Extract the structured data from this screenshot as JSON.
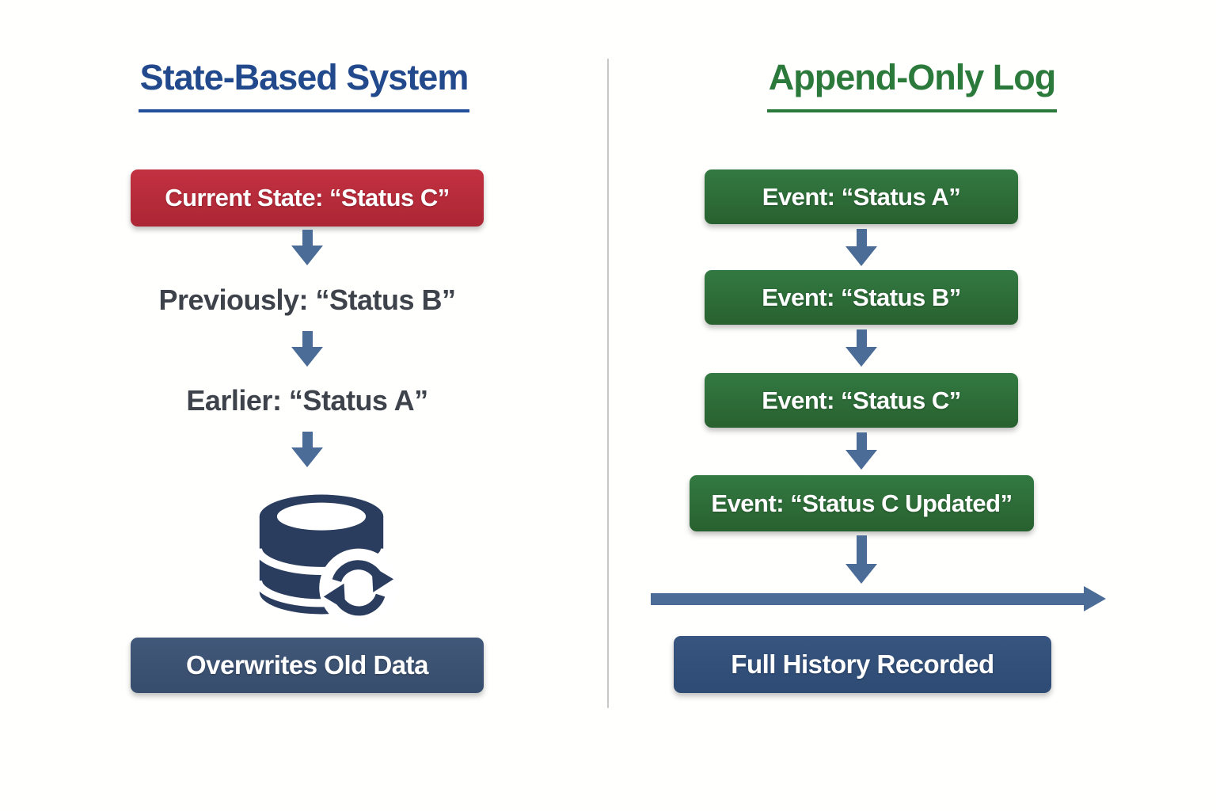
{
  "diagram": {
    "left": {
      "title": "State-Based System",
      "current_state": "Current State: “Status C”",
      "previously": "Previously: “Status B”",
      "earlier": "Earlier: “Status A”",
      "result": "Overwrites Old Data"
    },
    "right": {
      "title": "Append-Only Log",
      "events": [
        "Event: “Status A”",
        "Event: “Status B”",
        "Event: “Status C”",
        "Event: “Status C Updated”"
      ],
      "result": "Full History Recorded"
    },
    "icons": {
      "database_overwrite": "database-overwrite-icon",
      "down_arrow": "down-arrow-icon",
      "timeline": "timeline-arrow-icon"
    },
    "colors": {
      "left_title": "#21498C",
      "right_title": "#2B7A3B",
      "current_state_box": "#B82B3A",
      "event_box": "#2E6F3C",
      "left_result_box": "#3C5372",
      "right_result_box": "#32507B",
      "arrow": "#4C6C98",
      "divider": "#C6CACA",
      "body_text": "#3E434B",
      "icon_navy": "#2B3D5F"
    }
  }
}
